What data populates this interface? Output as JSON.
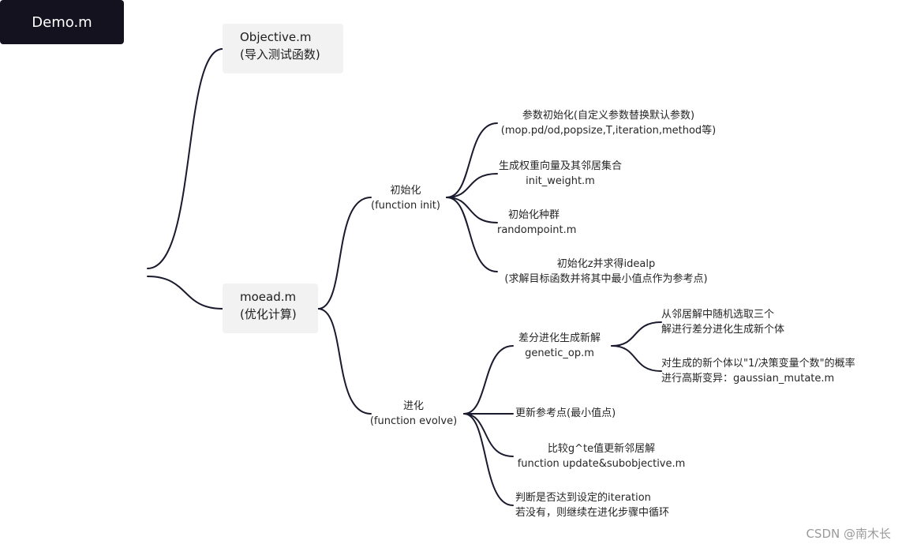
{
  "root": {
    "label": "Demo.m"
  },
  "objective": {
    "lines": [
      "Objective.m",
      "(导入测试函数)"
    ]
  },
  "moead": {
    "lines": [
      "moead.m",
      "(优化计算)"
    ]
  },
  "init": {
    "lines": [
      "初始化",
      "(function init)"
    ],
    "children": [
      {
        "lines": [
          "参数初始化(自定义参数替换默认参数)",
          "(mop.pd/od,popsize,T,iteration,method等)"
        ]
      },
      {
        "lines": [
          "生成权重向量及其邻居集合",
          "init_weight.m"
        ]
      },
      {
        "lines": [
          "初始化种群",
          "randompoint.m"
        ]
      },
      {
        "lines": [
          "初始化z并求得idealp",
          "(求解目标函数并将其中最小值点作为参考点)"
        ]
      }
    ]
  },
  "evolve": {
    "lines": [
      "进化",
      "(function evolve)"
    ],
    "genetic": {
      "lines": [
        "差分进化生成新解",
        "genetic_op.m"
      ],
      "children": [
        {
          "lines": [
            "从邻居解中随机选取三个",
            "解进行差分进化生成新个体"
          ]
        },
        {
          "lines": [
            "对生成的新个体以\"1/决策变量个数\"的概率",
            "进行高斯变异：gaussian_mutate.m"
          ]
        }
      ]
    },
    "children": [
      {
        "lines": [
          "更新参考点(最小值点)"
        ]
      },
      {
        "lines": [
          "比较g^te值更新邻居解",
          "function update&subobjective.m"
        ]
      },
      {
        "lines": [
          "判断是否达到设定的iteration",
          "若没有，则继续在进化步骤中循环"
        ]
      }
    ]
  },
  "watermark": "CSDN @南木长",
  "colors": {
    "root_bg": "#14121f",
    "box_bg": "#f2f2f2",
    "edge": "#1a1a2e"
  }
}
